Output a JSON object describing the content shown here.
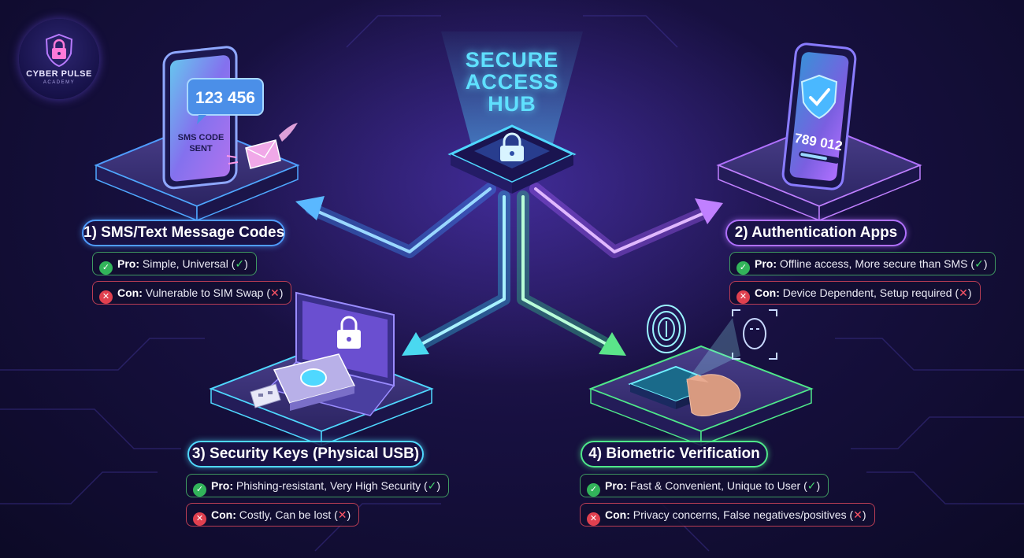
{
  "logo": {
    "name": "CYBER PULSE",
    "subtitle": "ACADEMY"
  },
  "hub": {
    "title_lines": [
      "SECURE",
      "ACCESS",
      "HUB"
    ]
  },
  "colors": {
    "cyan": "#5fe0ff",
    "purple": "#b070ff",
    "green": "#5be58a",
    "pro": "#32b45a",
    "con": "#e0404f"
  },
  "illustrations": {
    "sms": {
      "code": "123 456",
      "caption_line1": "SMS CODE",
      "caption_line2": "SENT"
    },
    "auth_app": {
      "code": "789 012"
    }
  },
  "methods": [
    {
      "title": "1) SMS/Text Message Codes",
      "pro_label": "Pro:",
      "pro_text": "Simple, Universal (",
      "pro_mark": "✓",
      "pro_close": ")",
      "con_label": "Con:",
      "con_text": "Vulnerable to SIM Swap (",
      "con_mark": "✕",
      "con_close": ")"
    },
    {
      "title": "2) Authentication Apps",
      "pro_label": "Pro:",
      "pro_text": "Offline access, More secure than SMS (",
      "pro_mark": "✓",
      "pro_close": ")",
      "con_label": "Con:",
      "con_text": "Device Dependent, Setup required (",
      "con_mark": "✕",
      "con_close": ")"
    },
    {
      "title": "3) Security Keys (Physical USB)",
      "pro_label": "Pro:",
      "pro_text": "Phishing-resistant, Very High Security (",
      "pro_mark": "✓",
      "pro_close": ")",
      "con_label": "Con:",
      "con_text": "Costly, Can be lost (",
      "con_mark": "✕",
      "con_close": ")"
    },
    {
      "title": "4) Biometric Verification",
      "pro_label": "Pro:",
      "pro_text": "Fast & Convenient, Unique to User (",
      "pro_mark": "✓",
      "pro_close": ")",
      "con_label": "Con:",
      "con_text": "Privacy concerns, False negatives/positives (",
      "con_mark": "✕",
      "con_close": ")"
    }
  ]
}
